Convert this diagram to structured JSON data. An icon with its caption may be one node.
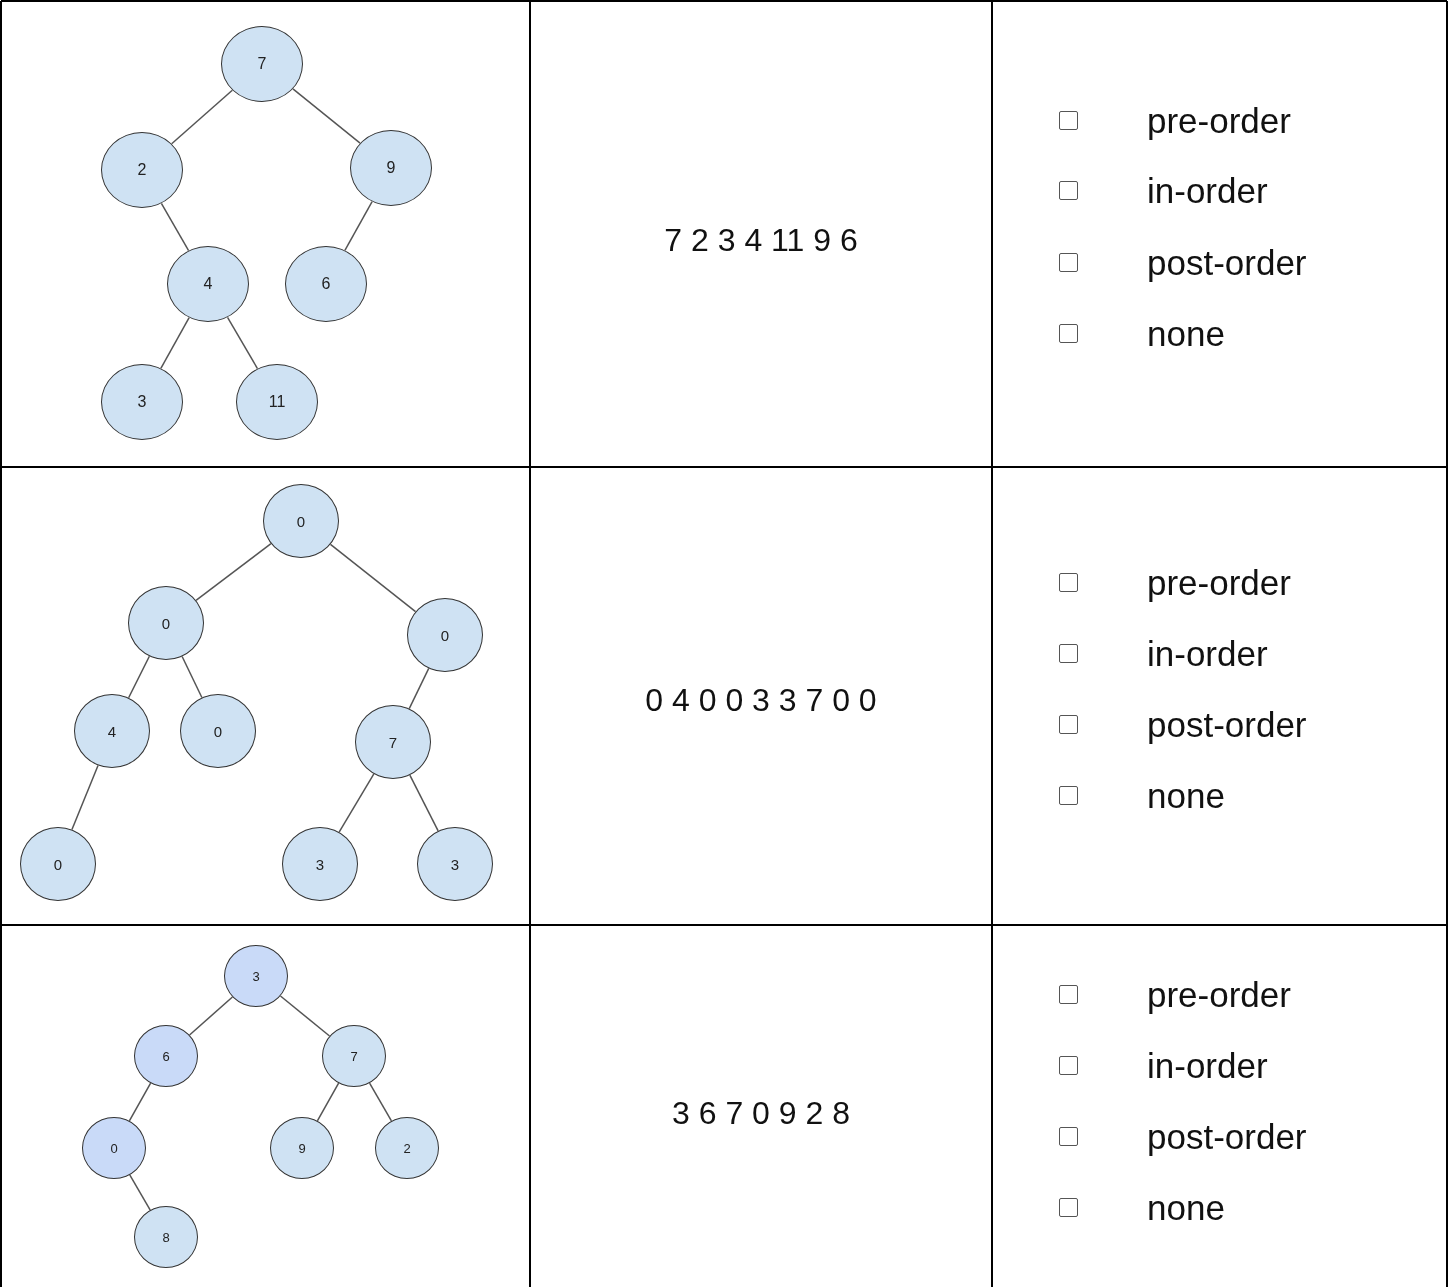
{
  "diagram": {
    "nodes": [
      {
        "text": [
          "7"
        ]
      },
      {
        "text": [
          "2"
        ]
      },
      {
        "text": [
          "9"
        ]
      },
      {
        "text": [
          "4"
        ]
      },
      {
        "text": [
          "6"
        ]
      },
      {
        "text": [
          "3"
        ]
      },
      {
        "text": [
          "11"
        ]
      },
      {
        "text": [
          "0"
        ]
      },
      {
        "text": [
          "0"
        ]
      },
      {
        "text": [
          "0"
        ]
      },
      {
        "text": [
          "4"
        ]
      },
      {
        "text": [
          "0"
        ]
      },
      {
        "text": [
          "7"
        ]
      },
      {
        "text": [
          "0"
        ]
      },
      {
        "text": [
          "3"
        ]
      },
      {
        "text": [
          "3"
        ]
      },
      {
        "text": [
          "3"
        ]
      },
      {
        "text": [
          "6"
        ]
      },
      {
        "text": [
          "7"
        ]
      },
      {
        "text": [
          "0"
        ]
      },
      {
        "text": [
          "9"
        ]
      },
      {
        "text": [
          "2"
        ]
      },
      {
        "text": [
          "8"
        ]
      }
    ],
    "edges": [
      {
        "from": 0,
        "to": 1,
        "arrow": "none"
      },
      {
        "from": 0,
        "to": 2,
        "arrow": "none"
      },
      {
        "from": 1,
        "to": 3,
        "arrow": "none"
      },
      {
        "from": 2,
        "to": 4,
        "arrow": "none"
      },
      {
        "from": 3,
        "to": 5,
        "arrow": "none"
      },
      {
        "from": 3,
        "to": 6,
        "arrow": "none"
      },
      {
        "from": 7,
        "to": 8,
        "arrow": "none"
      },
      {
        "from": 7,
        "to": 9,
        "arrow": "none"
      },
      {
        "from": 8,
        "to": 10,
        "arrow": "none"
      },
      {
        "from": 8,
        "to": 11,
        "arrow": "none"
      },
      {
        "from": 10,
        "to": 13,
        "arrow": "none"
      },
      {
        "from": 9,
        "to": 12,
        "arrow": "none"
      },
      {
        "from": 12,
        "to": 14,
        "arrow": "none"
      },
      {
        "from": 12,
        "to": 15,
        "arrow": "none"
      },
      {
        "from": 16,
        "to": 17,
        "arrow": "none"
      },
      {
        "from": 16,
        "to": 18,
        "arrow": "none"
      },
      {
        "from": 17,
        "to": 19,
        "arrow": "none"
      },
      {
        "from": 18,
        "to": 20,
        "arrow": "none"
      },
      {
        "from": 18,
        "to": 21,
        "arrow": "none"
      },
      {
        "from": 19,
        "to": 22,
        "arrow": "none"
      }
    ],
    "labels": [
      "7 2 3 4 11 9 6",
      "pre-order",
      "in-order",
      "post-order",
      "none",
      "0 4 0 0 3 3 7 0 0",
      "pre-order",
      "in-order",
      "post-order",
      "none",
      "3 6 7 0 9 2 8",
      "pre-order",
      "in-order",
      "post-order",
      "none"
    ]
  }
}
